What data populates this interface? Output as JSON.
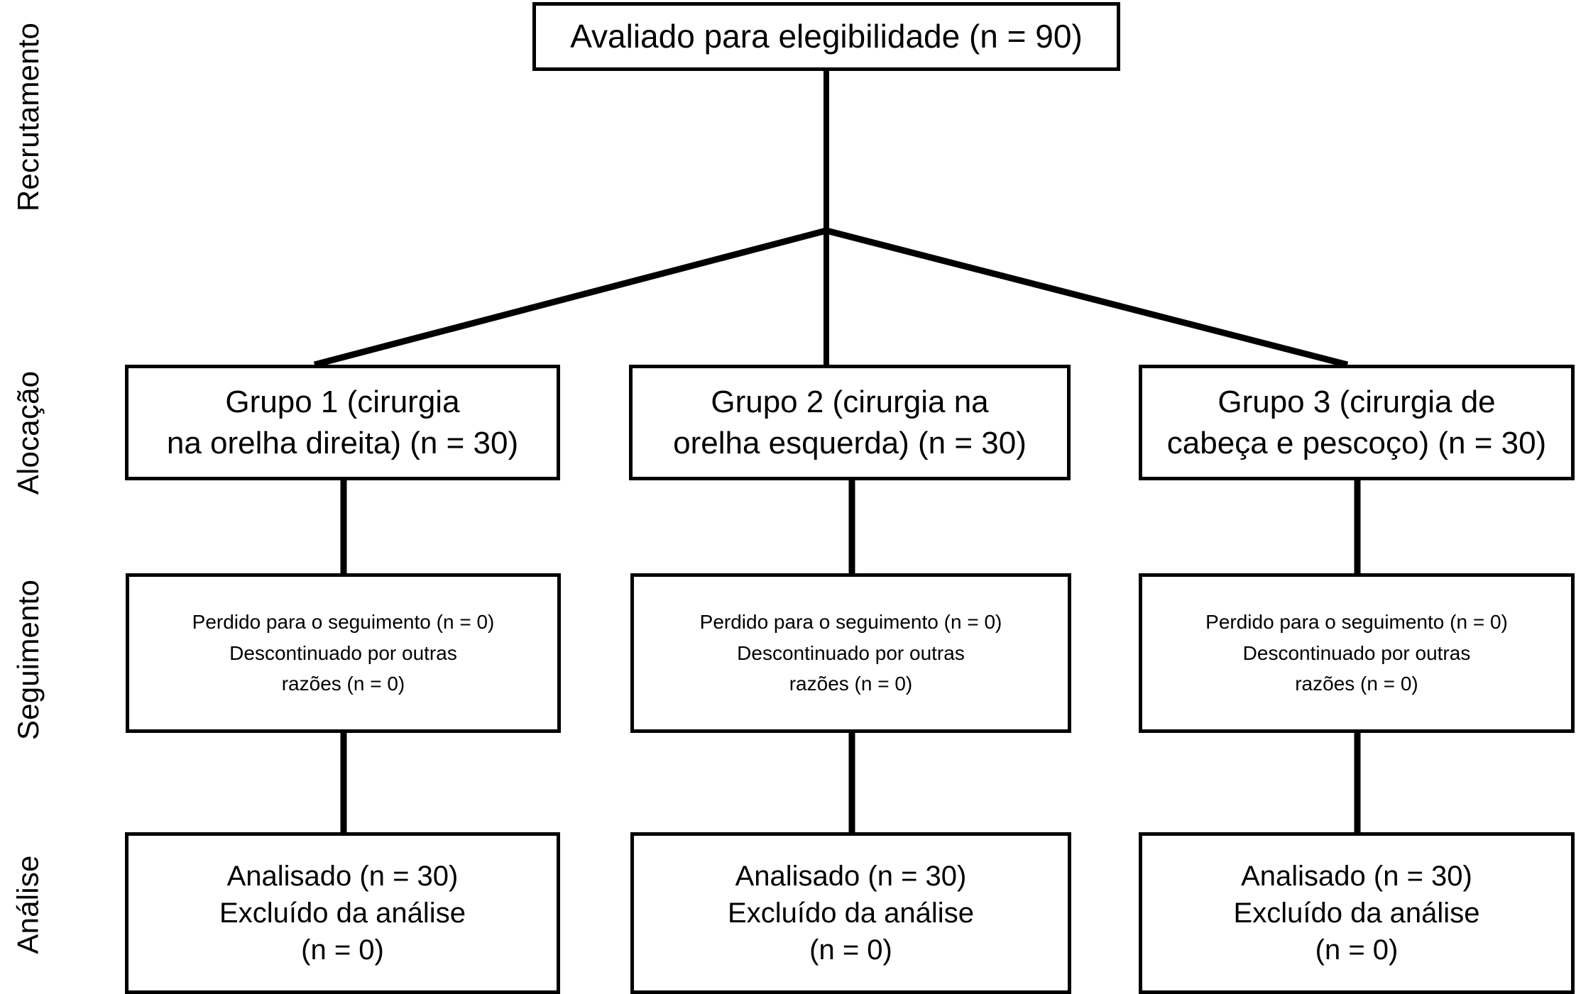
{
  "diagram": {
    "title": "CONSORT flow diagram",
    "language": "pt-BR",
    "stroke_color": "#000000",
    "background_color": "#ffffff"
  },
  "stages": [
    {
      "id": "recrutamento",
      "label": "Recrutamento"
    },
    {
      "id": "alocacao",
      "label": "Alocação"
    },
    {
      "id": "seguimento",
      "label": "Seguimento"
    },
    {
      "id": "analise",
      "label": "Análise"
    }
  ],
  "nodes": {
    "enrollment": {
      "lines": [
        "Avaliado para elegibilidade (n = 90)"
      ],
      "n": 90
    },
    "group1": {
      "lines": [
        "Grupo 1 (cirurgia",
        "na orelha direita) (n = 30)"
      ],
      "n": 30
    },
    "group2": {
      "lines": [
        "Grupo 2 (cirurgia na",
        "orelha esquerda) (n = 30)"
      ],
      "n": 30
    },
    "group3": {
      "lines": [
        "Grupo 3 (cirurgia de",
        "cabeça e pescoço) (n = 30)"
      ],
      "n": 30
    },
    "followup1": {
      "lines": [
        "Perdido para o seguimento (n = 0)",
        "Descontinuado por outras",
        "razões (n = 0)"
      ],
      "lost_n": 0,
      "discontinued_n": 0
    },
    "followup2": {
      "lines": [
        "Perdido para o seguimento (n = 0)",
        "Descontinuado por outras",
        "razões (n = 0)"
      ],
      "lost_n": 0,
      "discontinued_n": 0
    },
    "followup3": {
      "lines": [
        "Perdido para o seguimento (n = 0)",
        "Descontinuado por outras",
        "razões (n = 0)"
      ],
      "lost_n": 0,
      "discontinued_n": 0
    },
    "analysis1": {
      "lines": [
        "Analisado (n = 30)",
        "Excluído da análise",
        "(n = 0)"
      ],
      "analysed_n": 30,
      "excluded_n": 0
    },
    "analysis2": {
      "lines": [
        "Analisado (n = 30)",
        "Excluído da análise",
        "(n = 0)"
      ],
      "analysed_n": 30,
      "excluded_n": 0
    },
    "analysis3": {
      "lines": [
        "Analisado (n = 30)",
        "Excluído da análise",
        "(n = 0)"
      ],
      "analysed_n": 30,
      "excluded_n": 0
    }
  }
}
